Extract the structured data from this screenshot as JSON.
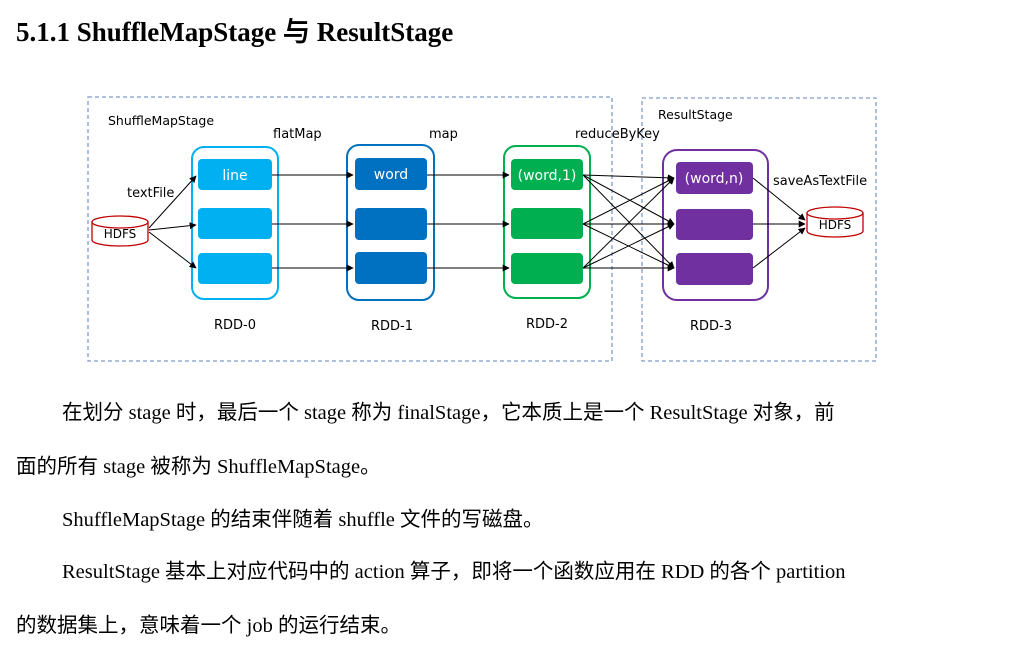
{
  "heading": "5.1.1 ShuffleMapStage 与 ResultStage",
  "figure": {
    "stage_left_label": "ShuffleMapStage",
    "stage_right_label": "ResultStage",
    "source_label": "HDFS",
    "sink_label": "HDFS",
    "ops": {
      "textFile": "textFile",
      "flatMap": "flatMap",
      "map": "map",
      "reduceByKey": "reduceByKey",
      "saveAsTextFile": "saveAsTextFile"
    },
    "rdds": [
      {
        "name": "RDD-0",
        "top_item": "line",
        "color": "#00b0f0"
      },
      {
        "name": "RDD-1",
        "top_item": "word",
        "color": "#0070c0"
      },
      {
        "name": "RDD-2",
        "top_item": "(word,1)",
        "color": "#00b050"
      },
      {
        "name": "RDD-3",
        "top_item": "(word,n)",
        "color": "#7030a0"
      }
    ]
  },
  "paragraphs": [
    [
      "在划分 stage 时，最后一个 stage 称为 finalStage，它本质上是一个 ResultStage 对象，前",
      "面的所有 stage 被称为 ShuffleMapStage。"
    ],
    [
      "ShuffleMapStage 的结束伴随着 shuffle 文件的写磁盘。"
    ],
    [
      "ResultStage 基本上对应代码中的 action 算子，即将一个函数应用在 RDD 的各个 partition",
      "的数据集上，意味着一个 job 的运行结束。"
    ]
  ]
}
